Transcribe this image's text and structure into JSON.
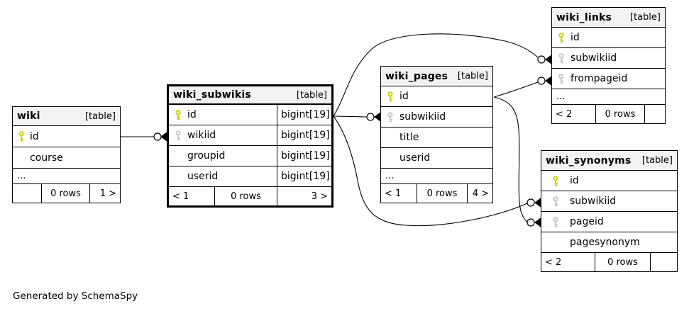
{
  "diagram": {
    "generator_note": "Generated by SchemaSpy"
  },
  "colors": {
    "primary_key_icon": "#cfcf00",
    "foreign_key_icon": "#c8c8c8",
    "header_background": "#f2f2f2",
    "line": "#000000"
  },
  "tables": {
    "wiki": {
      "name": "wiki",
      "tag": "[table]",
      "columns": [
        {
          "name": "id",
          "key": "primary"
        },
        {
          "name": "course",
          "key": "none"
        }
      ],
      "ellipsis": "...",
      "footer": {
        "left": "",
        "center": "0 rows",
        "right": "1 >"
      }
    },
    "wiki_subwikis": {
      "name": "wiki_subwikis",
      "tag": "[table]",
      "columns": [
        {
          "name": "id",
          "type": "bigint[19]",
          "key": "primary"
        },
        {
          "name": "wikiid",
          "type": "bigint[19]",
          "key": "foreign"
        },
        {
          "name": "groupid",
          "type": "bigint[19]",
          "key": "none"
        },
        {
          "name": "userid",
          "type": "bigint[19]",
          "key": "none"
        }
      ],
      "footer": {
        "left": "< 1",
        "center": "0 rows",
        "right": "3 >"
      }
    },
    "wiki_pages": {
      "name": "wiki_pages",
      "tag": "[table]",
      "columns": [
        {
          "name": "id",
          "key": "primary"
        },
        {
          "name": "subwikiid",
          "key": "foreign"
        },
        {
          "name": "title",
          "key": "none"
        },
        {
          "name": "userid",
          "key": "none"
        }
      ],
      "ellipsis": "...",
      "footer": {
        "left": "< 1",
        "center": "0 rows",
        "right": "4 >"
      }
    },
    "wiki_links": {
      "name": "wiki_links",
      "tag": "[table]",
      "columns": [
        {
          "name": "id",
          "key": "primary"
        },
        {
          "name": "subwikiid",
          "key": "foreign"
        },
        {
          "name": "frompageid",
          "key": "foreign"
        }
      ],
      "ellipsis": "...",
      "footer": {
        "left": "< 2",
        "center": "0 rows",
        "right": ""
      }
    },
    "wiki_synonyms": {
      "name": "wiki_synonyms",
      "tag": "[table]",
      "columns": [
        {
          "name": "id",
          "key": "primary"
        },
        {
          "name": "subwikiid",
          "key": "foreign"
        },
        {
          "name": "pageid",
          "key": "foreign"
        },
        {
          "name": "pagesynonym",
          "key": "none"
        }
      ],
      "footer": {
        "left": "< 2",
        "center": "0 rows",
        "right": ""
      }
    }
  },
  "relationships": [
    {
      "from": "wiki.id",
      "to": "wiki_subwikis.wikiid"
    },
    {
      "from": "wiki_subwikis.id",
      "to": "wiki_pages.subwikiid"
    },
    {
      "from": "wiki_subwikis.id",
      "to": "wiki_links.subwikiid"
    },
    {
      "from": "wiki_subwikis.id",
      "to": "wiki_synonyms.subwikiid"
    },
    {
      "from": "wiki_pages.id",
      "to": "wiki_links.frompageid"
    },
    {
      "from": "wiki_pages.id",
      "to": "wiki_synonyms.pageid"
    }
  ]
}
